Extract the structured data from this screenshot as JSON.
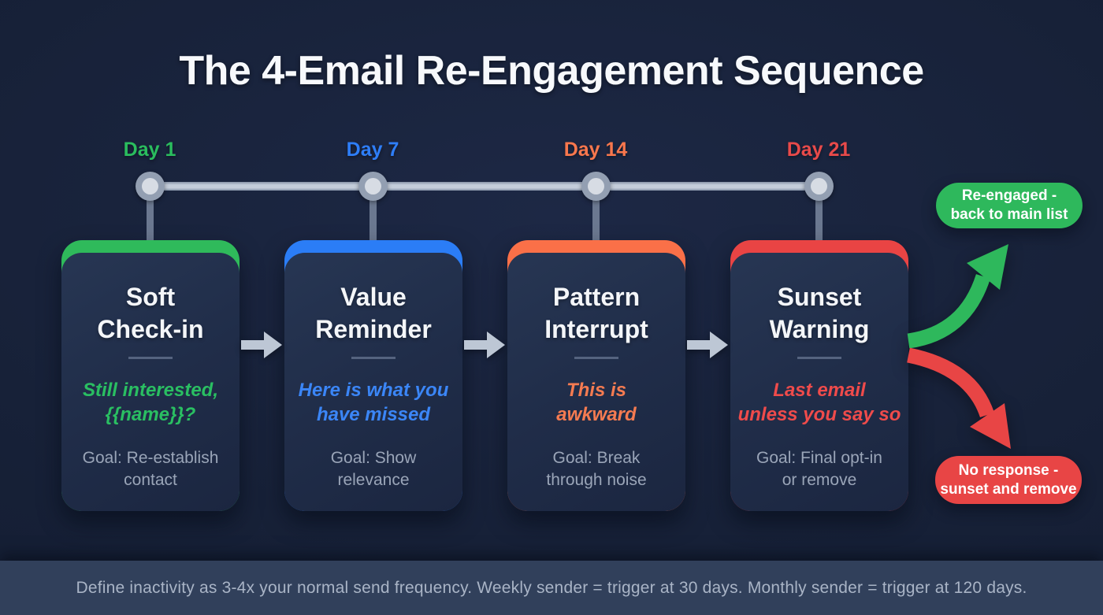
{
  "title": "The 4-Email Re-Engagement Sequence",
  "timeline": {
    "days": [
      {
        "label": "Day 1",
        "color": "#2abd5e"
      },
      {
        "label": "Day 7",
        "color": "#2e7ef8"
      },
      {
        "label": "Day 14",
        "color": "#f8774d"
      },
      {
        "label": "Day 21",
        "color": "#e84a4a"
      }
    ]
  },
  "cards": [
    {
      "title": "Soft\nCheck-in",
      "subtitle": "Still interested,\n{{name}}?",
      "goal": "Goal: Re-establish\ncontact",
      "accent": "#2fba5b",
      "subtitle_color": "#2abf62"
    },
    {
      "title": "Value\nReminder",
      "subtitle": "Here is what you\nhave missed",
      "goal": "Goal: Show\nrelevance",
      "accent": "#2b7df6",
      "subtitle_color": "#3b86f7"
    },
    {
      "title": "Pattern\nInterrupt",
      "subtitle": "This is\nawkward",
      "goal": "Goal: Break\nthrough noise",
      "accent": "#fa7048",
      "subtitle_color": "#f57b51"
    },
    {
      "title": "Sunset\nWarning",
      "subtitle": "Last email\nunless you say so",
      "goal": "Goal: Final opt-in\nor remove",
      "accent": "#e94444",
      "subtitle_color": "#ef4b4b"
    }
  ],
  "outcomes": [
    {
      "label": "Re-engaged -\nback to main list",
      "color": "#2eb85c"
    },
    {
      "label": "No response -\nsunset and remove",
      "color": "#e84545"
    }
  ],
  "footer": {
    "note": "Define inactivity as 3-4x your normal send frequency. Weekly sender = trigger at 30 days. Monthly sender = trigger at 120 days."
  }
}
